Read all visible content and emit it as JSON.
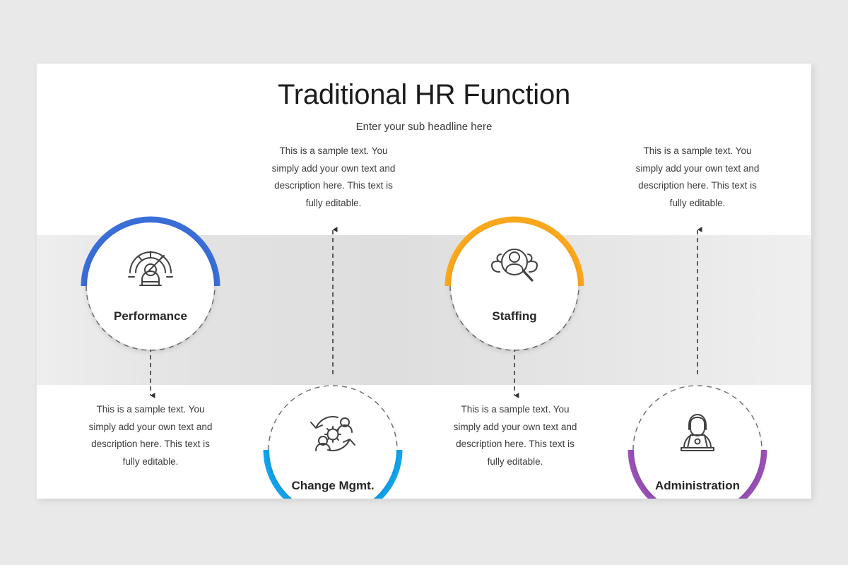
{
  "slide": {
    "title": "Traditional HR Function",
    "subtitle": "Enter your sub headline here",
    "background": "#e9e9ea",
    "canvas_color": "#ffffff",
    "band_color": "#e2e2e2"
  },
  "sample_text": "This is a sample text. You simply add your own text and description here. This text is fully editable.",
  "nodes": [
    {
      "id": "performance",
      "label": "Performance",
      "color": "#3a6ed8",
      "arc_position": "top",
      "icon": "gauge-person-icon",
      "description": "This is a sample text. You simply add your own text and description here. This text is fully editable."
    },
    {
      "id": "change-mgmt",
      "label": "Change Mgmt.",
      "color": "#12a5ee",
      "arc_position": "bottom",
      "icon": "cycle-gears-people-icon",
      "description": "This is a sample text. You simply add your own text and description here. This text is fully editable."
    },
    {
      "id": "staffing",
      "label": "Staffing",
      "color": "#fba81c",
      "arc_position": "top",
      "icon": "people-magnifier-icon",
      "description": "This is a sample text. You simply add your own text and description here. This text is fully editable."
    },
    {
      "id": "administration",
      "label": "Administration",
      "color": "#9b51b8",
      "arc_position": "bottom",
      "icon": "person-laptop-icon",
      "description": "This is a sample text. You simply add your own text and description here. This text is fully editable."
    }
  ],
  "connectors": [
    {
      "id": "performance-down",
      "direction": "down",
      "style": "dashed"
    },
    {
      "id": "change-mgmt-up",
      "direction": "up",
      "style": "dashed"
    },
    {
      "id": "staffing-down",
      "direction": "down",
      "style": "dashed"
    },
    {
      "id": "administration-up",
      "direction": "up",
      "style": "dashed"
    }
  ]
}
